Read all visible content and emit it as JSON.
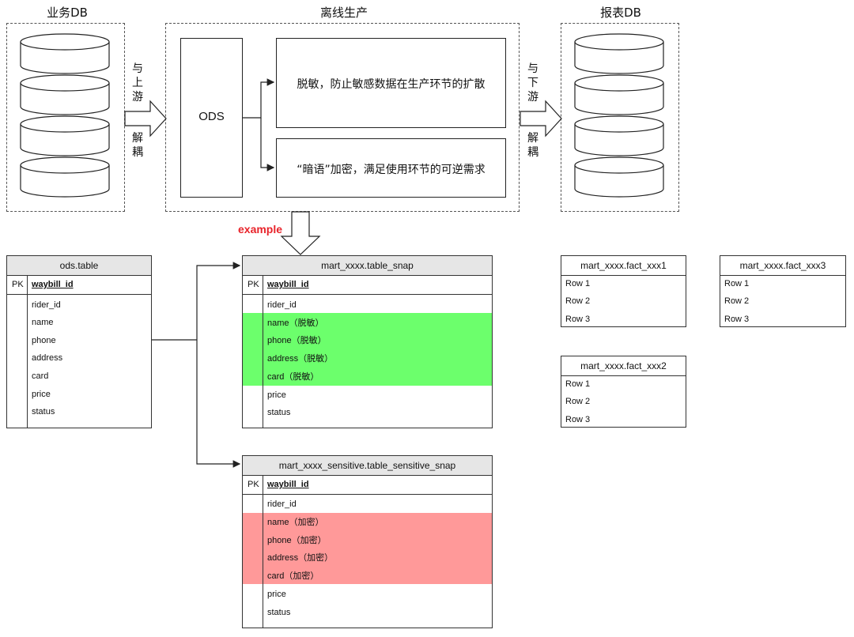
{
  "titles": {
    "business_db": "业务DB",
    "offline_production": "离线生产",
    "report_db": "报表DB"
  },
  "decouple_upstream": [
    "与",
    "上",
    "游",
    "解",
    "耦"
  ],
  "decouple_downstream": [
    "与",
    "下",
    "游",
    "解",
    "耦"
  ],
  "ods_label": "ODS",
  "desensitize_text": "脱敏，防止敏感数据在生产环节的扩散",
  "encrypt_text": "“暗语”加密，满足使用环节的可逆需求",
  "example_label": "example",
  "colors": {
    "example": "#e8232a",
    "desensitized_bg": "#6cff6c",
    "encrypted_bg": "#ff9999",
    "header_bg": "#e6e6e6"
  },
  "ods_table": {
    "name": "ods.table",
    "pk_label": "PK",
    "pk": "waybill_id",
    "rows": [
      "rider_id",
      "name",
      "phone",
      "address",
      "card",
      "price",
      "status"
    ]
  },
  "snap_table": {
    "name": "mart_xxxx.table_snap",
    "pk_label": "PK",
    "pk": "waybill_id",
    "rows": [
      "rider_id",
      "name（脱敏）",
      "phone（脱敏）",
      "address（脱敏）",
      "card（脱敏）",
      "price",
      "status"
    ]
  },
  "sensitive_table": {
    "name": "mart_xxxx_sensitive.table_sensitive_snap",
    "pk_label": "PK",
    "pk": "waybill_id",
    "rows": [
      "rider_id",
      "name（加密）",
      "phone（加密）",
      "address（加密）",
      "card（加密）",
      "price",
      "status"
    ]
  },
  "fact_tables": [
    {
      "name": "mart_xxxx.fact_xxx1",
      "rows": [
        "Row 1",
        "Row 2",
        "Row 3"
      ]
    },
    {
      "name": "mart_xxxx.fact_xxx3",
      "rows": [
        "Row 1",
        "Row 2",
        "Row 3"
      ]
    },
    {
      "name": "mart_xxxx.fact_xxx2",
      "rows": [
        "Row 1",
        "Row 2",
        "Row 3"
      ]
    }
  ]
}
